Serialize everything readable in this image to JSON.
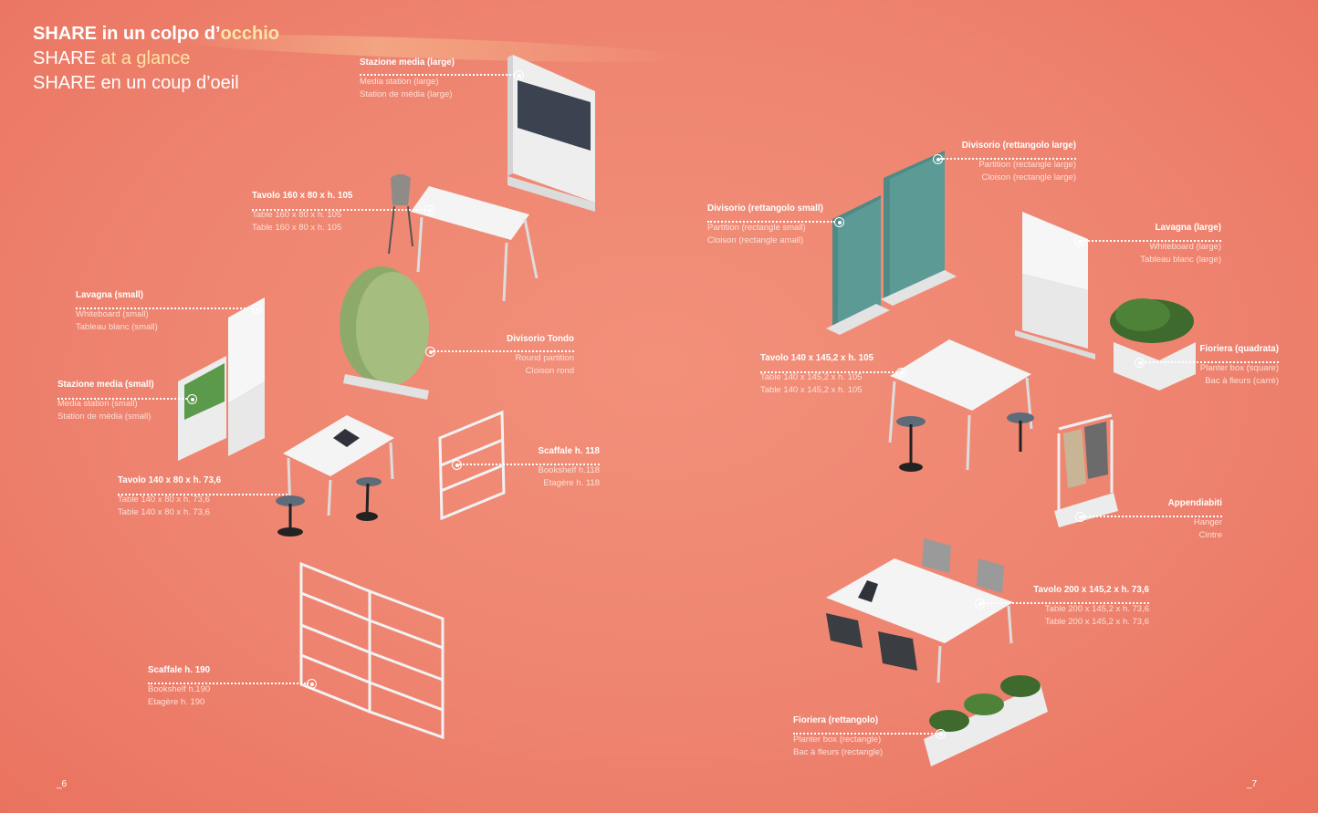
{
  "heading": {
    "line1_prefix": "SHARE in un colpo d’",
    "line1_accent": "occhio",
    "line2_prefix": "SHARE ",
    "line2_accent": "at a glance",
    "line3": "SHARE en un coup d’oeil"
  },
  "labels": {
    "media_large": {
      "main": "Stazione media (large)",
      "en": "Media station (large)",
      "fr": "Station de média (large)"
    },
    "table_160": {
      "main": "Tavolo 160 x 80 x h. 105",
      "en": "Table 160 x 80 x h. 105",
      "fr": "Table 160 x 80 x h. 105"
    },
    "whiteboard_small": {
      "main": "Lavagna (small)",
      "en": "Whiteboard (small)",
      "fr": "Tableau blanc (small)"
    },
    "media_small": {
      "main": "Stazione media (small)",
      "en": "Media station (small)",
      "fr": "Station de média (small)"
    },
    "round_partition": {
      "main": "Divisorio Tondo",
      "en": "Round partition",
      "fr": "Cloison rond"
    },
    "table_140_80": {
      "main": "Tavolo 140 x 80 x h. 73,6",
      "en": "Table 140 x 80 x h. 73,6",
      "fr": "Table 140 x 80 x h. 73,6"
    },
    "bookshelf_118": {
      "main": "Scaffale h. 118",
      "en": "Bookshelf h.118",
      "fr": "Etagère h. 118"
    },
    "bookshelf_190": {
      "main": "Scaffale h. 190",
      "en": "Bookshelf h.190",
      "fr": "Etagère h. 190"
    },
    "partition_large": {
      "main": "Divisorio  (rettangolo large)",
      "en": "Partition (rectangle large)",
      "fr": "Cloison (rectangle large)"
    },
    "partition_small": {
      "main": "Divisorio  (rettangolo small)",
      "en": "Partition (rectangle small)",
      "fr": "Cloison (rectangle amall)"
    },
    "whiteboard_large": {
      "main": "Lavagna (large)",
      "en": "Whiteboard (large)",
      "fr": "Tableau blanc (large)"
    },
    "planter_square": {
      "main": "Fioriera (quadrata)",
      "en": "Planter box (square)",
      "fr": "Bac à fleurs (carré)"
    },
    "table_140_145": {
      "main": "Tavolo 140 x 145,2 x h. 105",
      "en": "Table 140 x 145,2 x h. 105",
      "fr": "Table 140 x 145,2 x h. 105"
    },
    "hanger": {
      "main": "Appendiabiti",
      "en": "Hanger",
      "fr": "Cintre"
    },
    "table_200": {
      "main": "Tavolo 200 x 145,2 x h. 73,6",
      "en": "Table 200 x 145,2 x h. 73,6",
      "fr": "Table 200 x 145,2 x h. 73,6"
    },
    "planter_rect": {
      "main": "Fioriera (rettangolo)",
      "en": "Planter box (rectangle)",
      "fr": "Bac à fleurs (rectangle)"
    }
  },
  "pages": {
    "left": "_6",
    "right": "_7"
  },
  "colors": {
    "background": "#ee8470",
    "accent": "#fde3a6",
    "text": "#ffffff"
  }
}
